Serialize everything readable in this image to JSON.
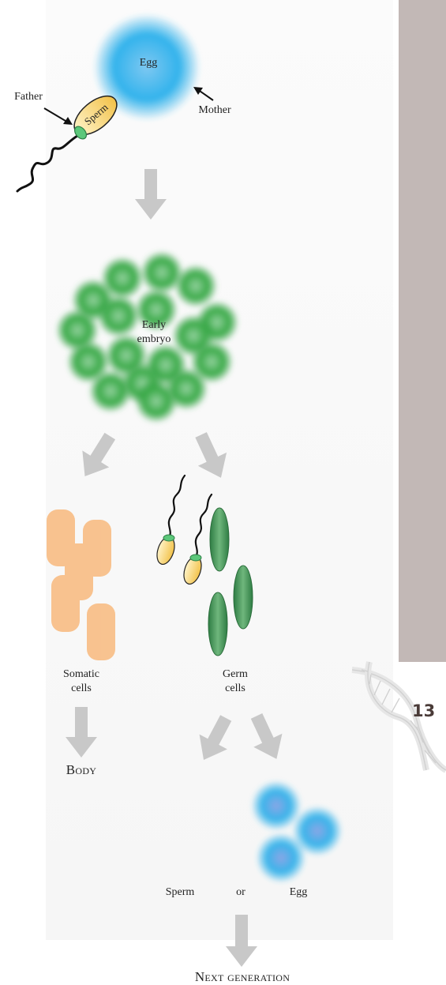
{
  "labels": {
    "egg_top": "Egg",
    "father": "Father",
    "sperm_top": "Sperm",
    "mother": "Mother",
    "early_embryo_line1": "Early",
    "early_embryo_line2": "embryo",
    "somatic_line1": "Somatic",
    "somatic_line2": "cells",
    "germ_line1": "Germ",
    "germ_line2": "cells",
    "body": "Body",
    "sperm_bottom": "Sperm",
    "or": "or",
    "egg_bottom": "Egg",
    "next_generation": "Next generation"
  },
  "page_number": "13",
  "icons": {
    "dna": "dna-helix-icon"
  },
  "colors": {
    "egg": "#2fb0ea",
    "embryo": "#3cab4a",
    "somatic": "#f8c08a",
    "germ": "#3f8f52",
    "sperm_head": "#f6cf5e",
    "arrow": "#c8c8c8",
    "sidebar": "#c2b8b6"
  }
}
